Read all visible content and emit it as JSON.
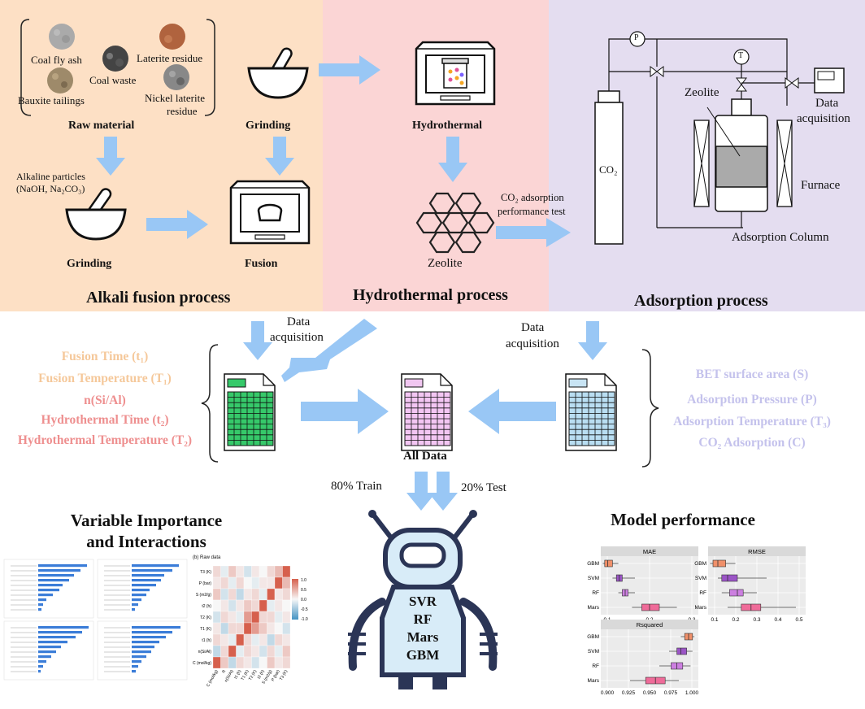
{
  "alkali": {
    "raw_items": [
      "Coal fly ash",
      "Laterite residue",
      "Coal waste",
      "Bauxite tailings",
      "Nickel laterite",
      "residue"
    ],
    "raw_material": "Raw material",
    "grinding_top": "Grinding",
    "alkaline_particles": "Alkaline particles",
    "alkaline_formula": "(NaOH, Na₂CO₃)",
    "grinding_bottom": "Grinding",
    "fusion": "Fusion",
    "title": "Alkali fusion process"
  },
  "hydro": {
    "label": "Hydrothermal",
    "zeolite": "Zeolite",
    "test_line1": "CO₂ adsorption",
    "test_line2": "performance test",
    "title": "Hydrothermal process"
  },
  "adsorption": {
    "p": "P",
    "t": "T",
    "zeolite": "Zeolite",
    "data_line1": "Data",
    "data_line2": "acquisition",
    "co2": "CO₂",
    "furnace": "Furnace",
    "column": "Adsorption Column",
    "title": "Adsorption process"
  },
  "flow": {
    "left_data_line1": "Data",
    "left_data_line2": "acquisition",
    "right_data_line1": "Data",
    "right_data_line2": "acquisition",
    "all_data": "All Data",
    "train": "80% Train",
    "test": "20% Test"
  },
  "left_vars": [
    {
      "text": "Fusion Time (t₁)",
      "color": "#f5c89a"
    },
    {
      "text": "Fusion Temperature (T₁)",
      "color": "#f5c89a"
    },
    {
      "text": "n(Si/Al)",
      "color": "#ee8f8f"
    },
    {
      "text": "Hydrothermal Time (t₂)",
      "color": "#ee8f8f"
    },
    {
      "text": "Hydrothermal Temperature (T₂)",
      "color": "#ee8f8f"
    }
  ],
  "right_vars": [
    {
      "text": "BET surface area (S)",
      "color": "#c4c2ec"
    },
    {
      "text": "Adsorption Pressure (P)",
      "color": "#c4c2ec"
    },
    {
      "text": "Adsorption Temperature (T₃)",
      "color": "#c4c2ec"
    },
    {
      "text": "CO₂ Adsorption (C)",
      "color": "#c4c2ec"
    }
  ],
  "importance": {
    "title_line1": "Variable Importance",
    "title_line2": "and Interactions",
    "raw_data_label": "(b) Raw data",
    "heat_rows": [
      "T3 (K)",
      "P (bar)",
      "S (m2/g)",
      "t2 (h)",
      "T2 (K)",
      "T1 (K)",
      "t1 (h)",
      "n(Si/Al)",
      "C (mol/kg)"
    ],
    "heat_cols": [
      "C (mol/kg)",
      "R",
      "n(Si/Al)",
      "t1 (h)",
      "T1 (K)",
      "T2 (K)",
      "t2 (h)",
      "S (m2/g)",
      "P (bar)",
      "T3 (K)"
    ],
    "legend_ticks": [
      "1.0",
      "0.5",
      "0.0",
      "-0.5",
      "-1.0"
    ]
  },
  "models": {
    "names": [
      "SVR",
      "RF",
      "Mars",
      "GBM"
    ]
  },
  "performance": {
    "title": "Model performance",
    "rows": [
      "GBM",
      "SVM",
      "RF",
      "Mars"
    ],
    "mae": {
      "title": "MAE",
      "ticks": [
        "0.1",
        "0.2",
        "0.3"
      ]
    },
    "rmse": {
      "title": "RMSE",
      "ticks": [
        "0.1",
        "0.2",
        "0.3",
        "0.4",
        "0.5"
      ]
    },
    "rsq": {
      "title": "Rsquared",
      "ticks": [
        "0.900",
        "0.925",
        "0.950",
        "0.975",
        "1.000"
      ]
    },
    "colors": {
      "GBM": "#f0906a",
      "SVM": "#9b55c6",
      "RF": "#cc7fe0",
      "Mars": "#ef6b99"
    }
  }
}
